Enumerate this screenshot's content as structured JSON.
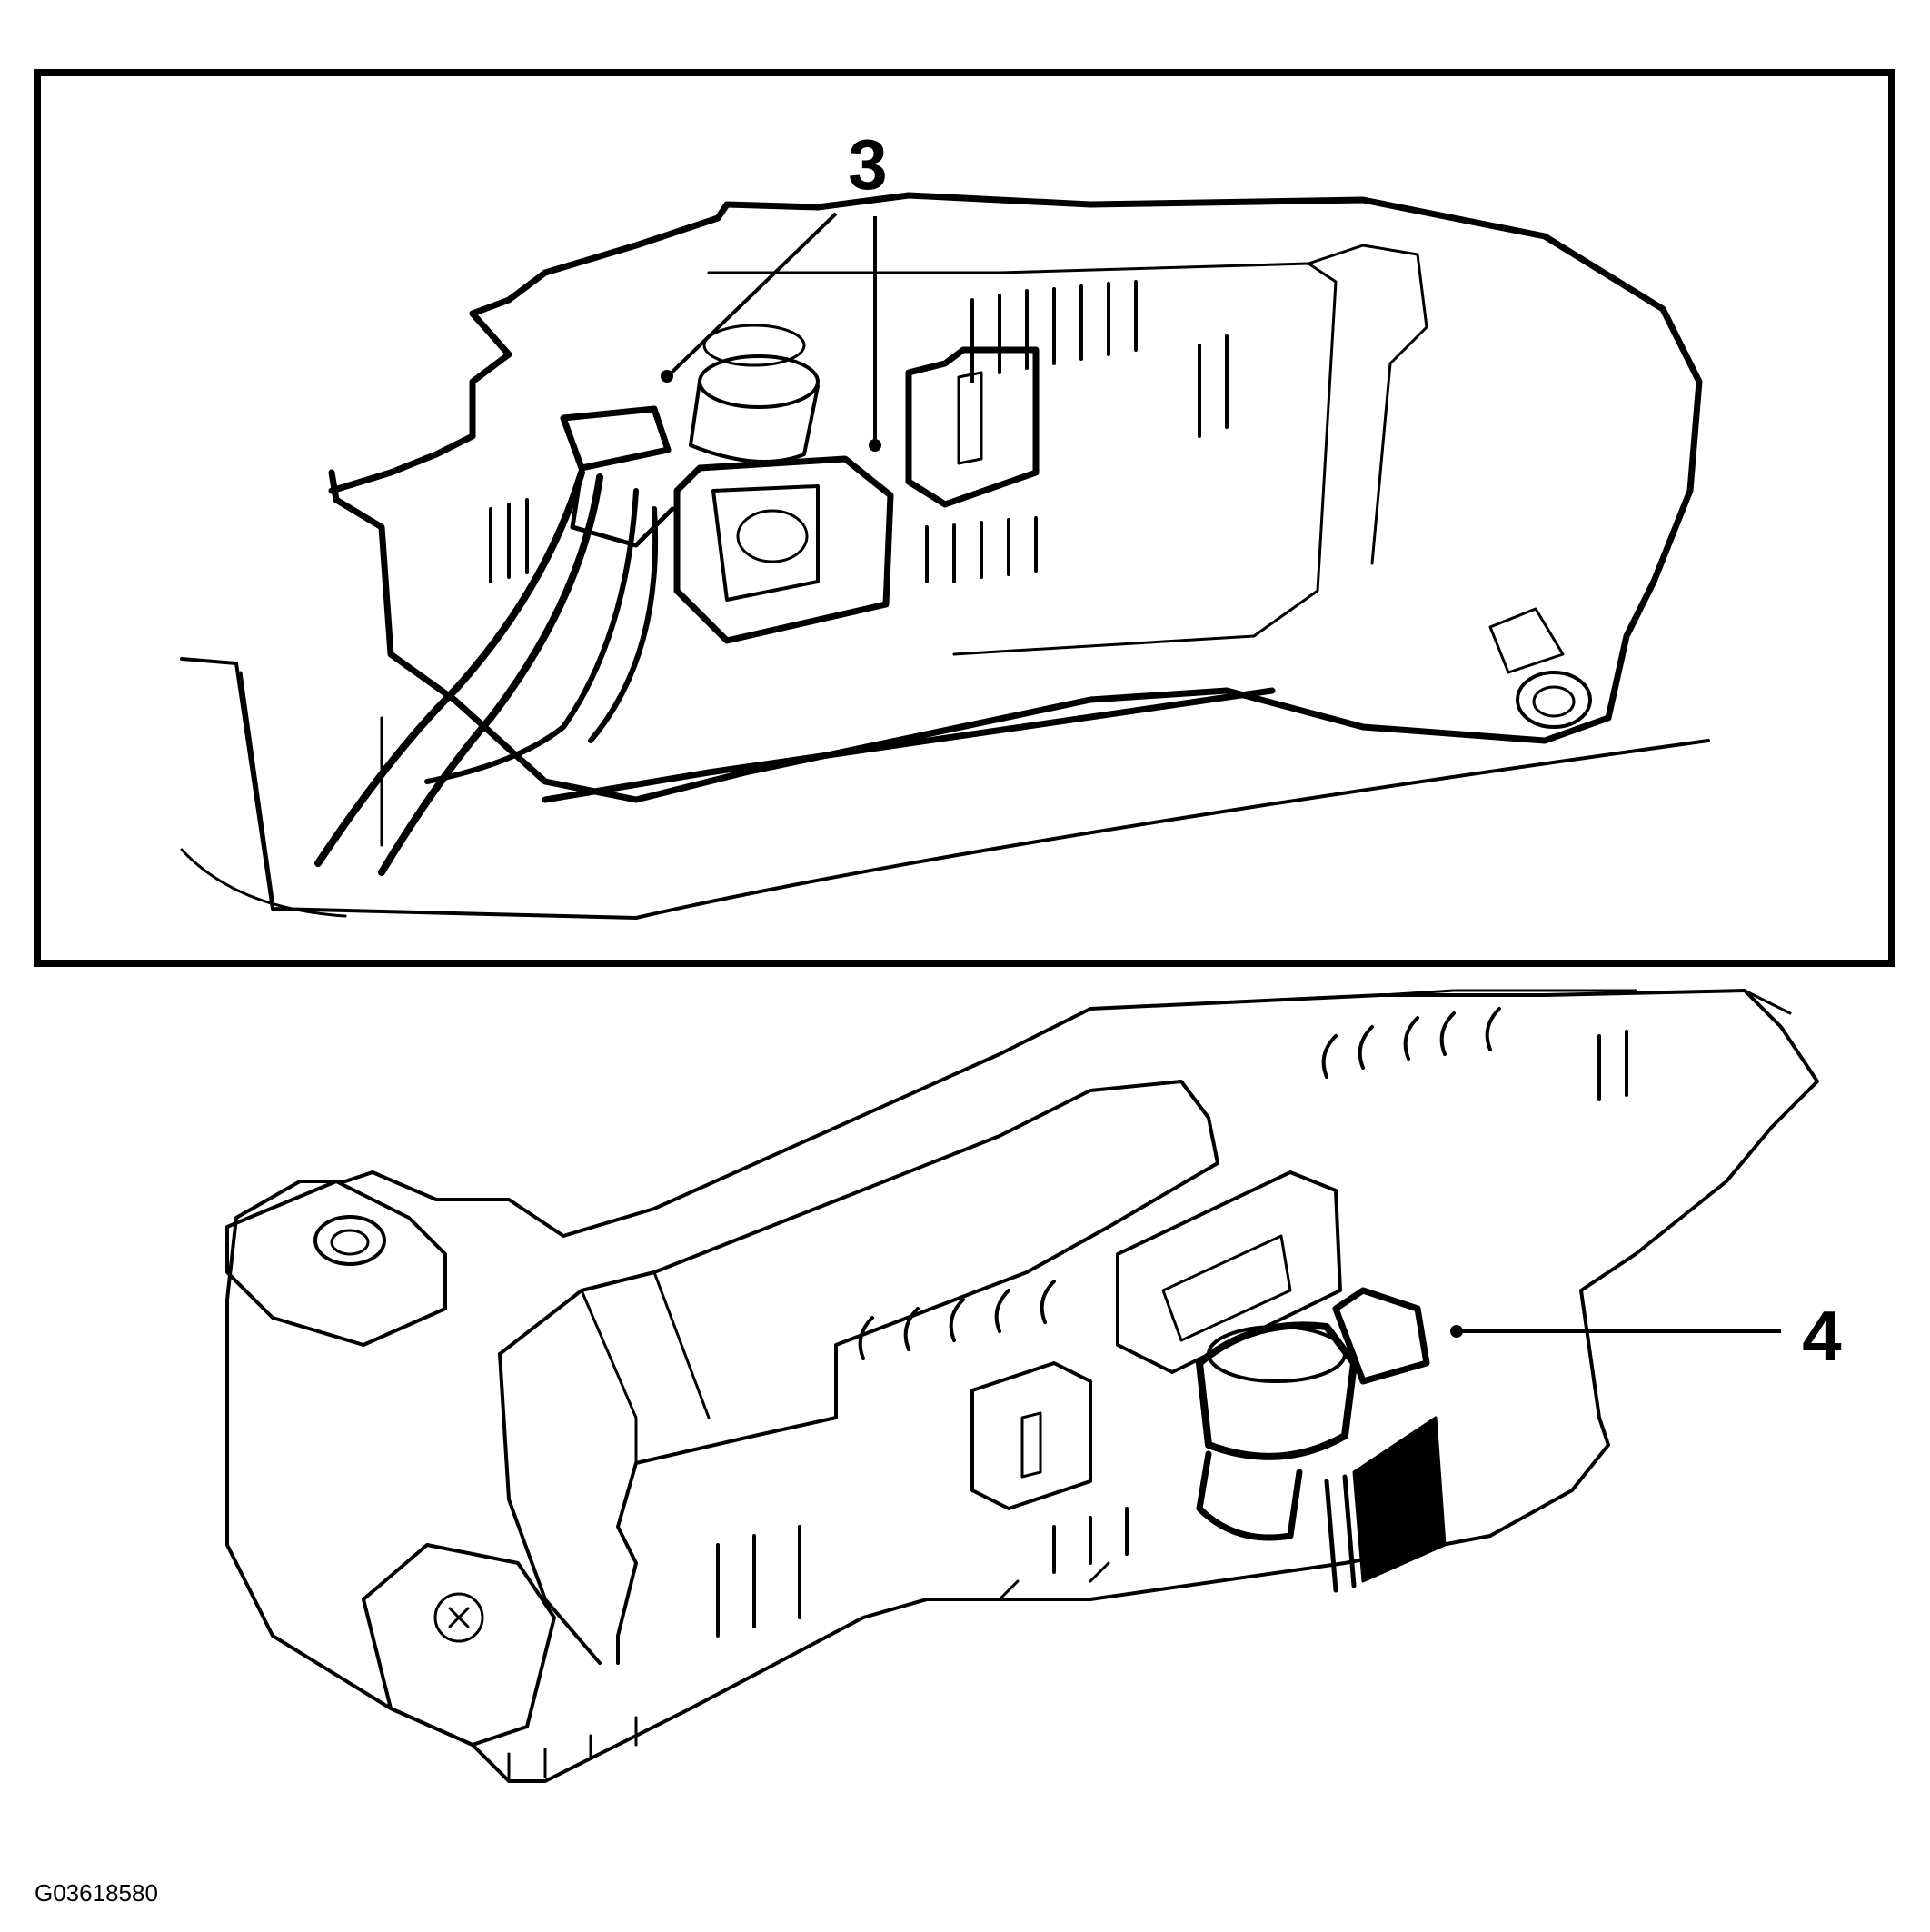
{
  "figure": {
    "id_label": "G03618580",
    "ink_color": "#000000",
    "background": "#ffffff"
  },
  "inset": {
    "callouts": [
      {
        "label": "3",
        "target": "connector-left"
      },
      {
        "label": "3",
        "target": "connector-right"
      }
    ]
  },
  "main_view": {
    "callouts": [
      {
        "label": "4",
        "target": "round-connector"
      }
    ]
  }
}
